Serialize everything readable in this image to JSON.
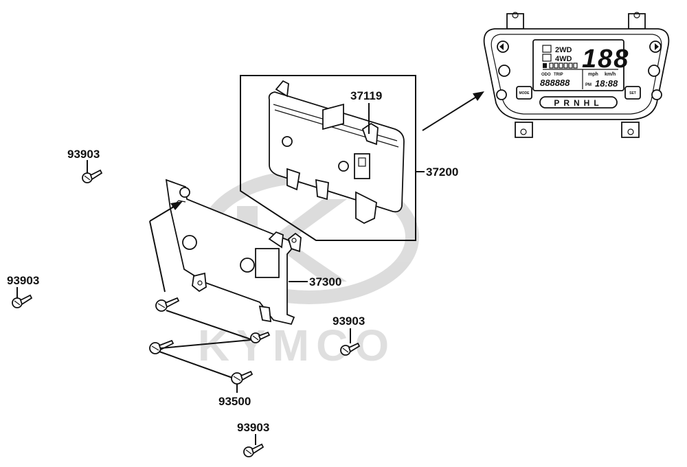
{
  "watermark": {
    "brand": "KYMCO",
    "color": "#d9d9d9"
  },
  "parts": {
    "p37119": "37119",
    "p37200": "37200",
    "p37300": "37300",
    "p93500": "93500",
    "p93903_a": "93903",
    "p93903_b": "93903",
    "p93903_c": "93903",
    "p93903_d": "93903"
  },
  "display": {
    "drive_2wd": "2WD",
    "drive_4wd": "4WD",
    "speed_digits": "188",
    "odo_label": "ODO",
    "trip_label": "TRIP",
    "odo_digits": "888888",
    "mph": "mph",
    "kmh": "km/h",
    "clock_label": "PM",
    "clock": "18:88",
    "gears": "PRNHL",
    "mode_btn": "MODE",
    "set_btn": "SET"
  },
  "colors": {
    "line": "#111111",
    "background": "#ffffff"
  }
}
